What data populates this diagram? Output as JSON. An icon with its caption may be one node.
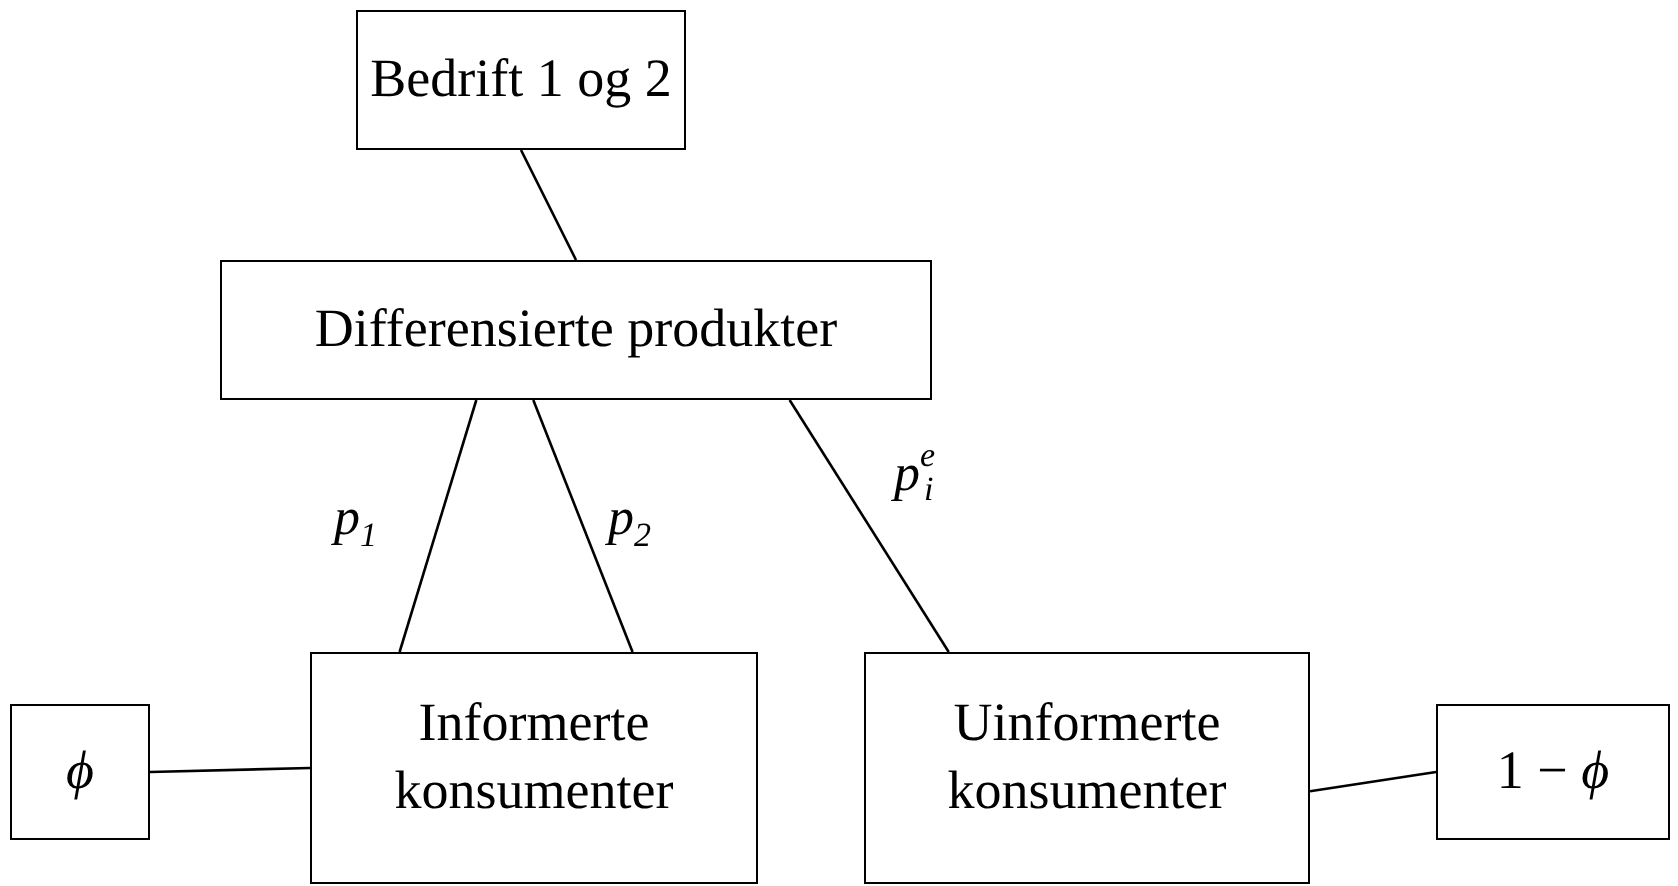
{
  "diagram": {
    "nodes": [
      {
        "text": [
          "Bedrift 1 og 2"
        ]
      },
      {
        "text": [
          "Differensierte produkter"
        ]
      },
      {
        "text": [
          "*ϕ*"
        ]
      },
      {
        "text": [
          "Informerte konsumenter"
        ]
      },
      {
        "text": [
          "Uinformerte konsumenter"
        ]
      },
      {
        "text": [
          "1 − *ϕ*"
        ]
      }
    ],
    "edges": [
      {
        "from": 0,
        "to": 1,
        "arrow": "none"
      },
      {
        "from": 1,
        "to": 3,
        "arrow": "none",
        "label": "*p*$_{1}$"
      },
      {
        "from": 1,
        "to": 3,
        "arrow": "none",
        "label": "*p*$_{2}$"
      },
      {
        "from": 1,
        "to": 4,
        "arrow": "none",
        "label": "*p*$_{i}$$^{e}$"
      },
      {
        "from": 2,
        "to": 3,
        "arrow": "none"
      },
      {
        "from": 4,
        "to": 5,
        "arrow": "none"
      }
    ]
  }
}
